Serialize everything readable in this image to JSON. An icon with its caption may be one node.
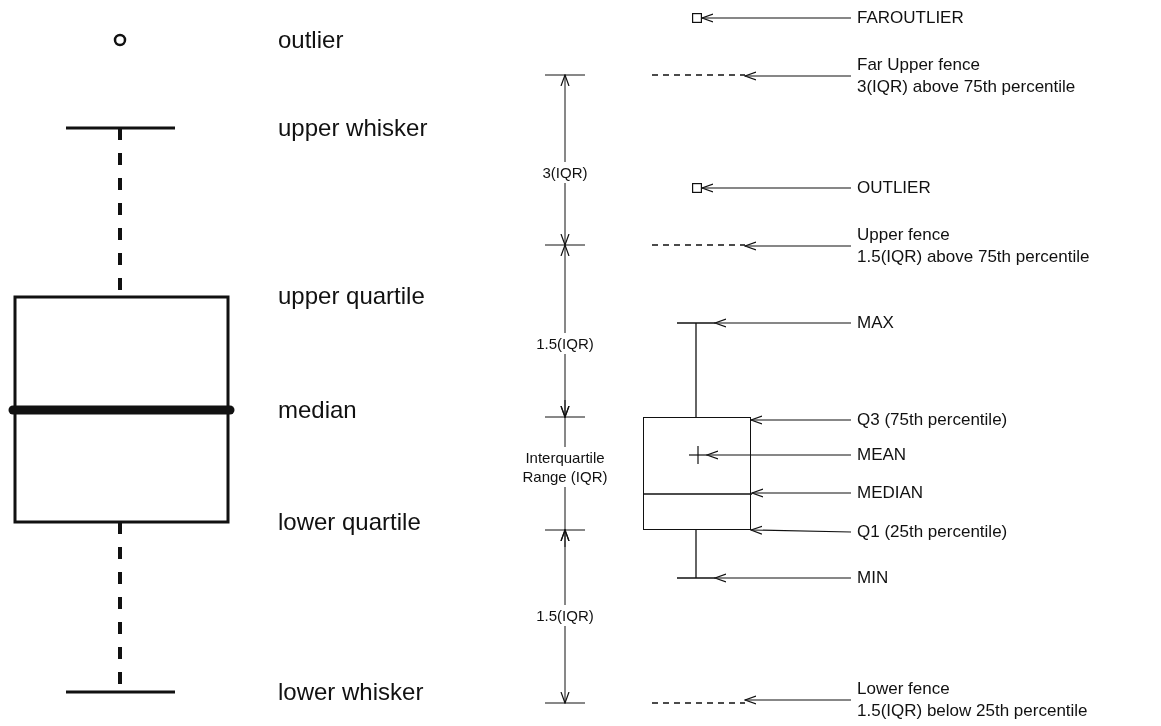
{
  "diagram": {
    "nodes": [
      {
        "text": [],
        "shape": "box"
      },
      {
        "text": [
          "FAROUTLIER"
        ]
      },
      {
        "text": [],
        "shape": "line"
      },
      {
        "text": [
          "Far Upper fence",
          "3(IQR) above 75th percentile"
        ]
      },
      {
        "text": [],
        "shape": "box"
      },
      {
        "text": [
          "OUTLIER"
        ]
      },
      {
        "text": [],
        "shape": "line"
      },
      {
        "text": [
          "Upper fence",
          "1.5(IQR) above 75th percentile"
        ]
      },
      {
        "text": [],
        "shape": "line"
      },
      {
        "text": [
          "MAX"
        ]
      },
      {
        "text": [],
        "shape": "box"
      },
      {
        "text": [
          "Q3 (75th percentile)"
        ]
      },
      {
        "text": [],
        "shape": "cross",
        "in": 10
      },
      {
        "text": [
          "MEAN"
        ]
      },
      {
        "text": [],
        "shape": "line",
        "in": 10
      },
      {
        "text": [
          "MEDIAN"
        ]
      },
      {
        "text": [
          "Q1 (25th percentile)"
        ]
      },
      {
        "text": [],
        "shape": "line"
      },
      {
        "text": [
          "MIN"
        ]
      },
      {
        "text": [],
        "shape": "line"
      },
      {
        "text": [
          "Lower fence",
          "1.5(IQR) below 25th percentile"
        ]
      }
    ],
    "edges": [
      {
        "from": 1,
        "to": 0,
        "arrow": "to"
      },
      {
        "from": 3,
        "to": 2,
        "arrow": "to"
      },
      {
        "from": 5,
        "to": 4,
        "arrow": "to"
      },
      {
        "from": 7,
        "to": 6,
        "arrow": "to"
      },
      {
        "from": 9,
        "to": 8,
        "arrow": "to"
      },
      {
        "from": 11,
        "to": 10,
        "arrow": "to"
      },
      {
        "from": 13,
        "to": 12,
        "arrow": "to"
      },
      {
        "from": 15,
        "to": 14,
        "arrow": "to"
      },
      {
        "from": 16,
        "to": 10,
        "arrow": "to"
      },
      {
        "from": 18,
        "to": 17,
        "arrow": "to"
      },
      {
        "from": 20,
        "to": 19,
        "arrow": "to"
      }
    ],
    "labels": [
      "outlier",
      "upper whisker",
      "upper quartile",
      "median",
      "lower quartile",
      "lower whisker",
      "3(IQR)",
      "1.5(IQR)",
      "Interquartile Range (IQR)",
      "1.5(IQR)"
    ]
  }
}
